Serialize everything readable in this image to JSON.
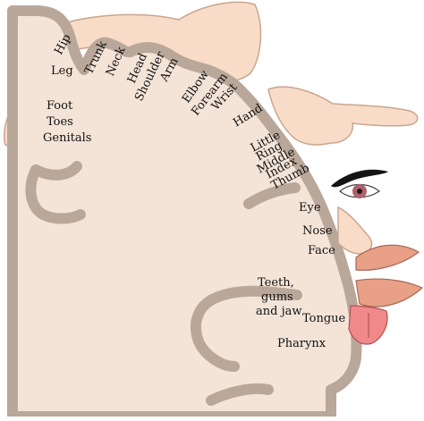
{
  "colors": {
    "cortex_fill": "#f4e4d8",
    "cortex_outline": "#b9a79a",
    "skin": "#f8dcc8",
    "skin_outline": "#c9a58e",
    "lips": "#e8a086",
    "tongue": "#f08a8a",
    "eyebrow": "#141414",
    "iris": "#b06070",
    "label_text": "#111111"
  },
  "labels": {
    "hip": "Hip",
    "trunk": "Trunk",
    "neck": "Neck",
    "head": "Head",
    "shoulder": "Shoulder",
    "arm": "Arm",
    "elbow": "Elbow",
    "forearm": "Forearm",
    "wrist": "Wrist",
    "hand": "Hand",
    "leg": "Leg",
    "foot": "Foot",
    "toes": "Toes",
    "genitals": "Genitals",
    "little": "Little",
    "ring": "Ring",
    "middle": "Middle",
    "index": "Index",
    "thumb": "Thumb",
    "eye": "Eye",
    "nose": "Nose",
    "face": "Face",
    "teeth_line1": "Teeth,",
    "teeth_line2": "gums",
    "teeth_line3": "and jaw",
    "tongue": "Tongue",
    "pharynx": "Pharynx"
  },
  "illustrations": [
    "leg-and-foot-illustration",
    "hand-illustration",
    "eye-illustration",
    "nose-illustration",
    "lips-illustration",
    "tongue-illustration"
  ]
}
